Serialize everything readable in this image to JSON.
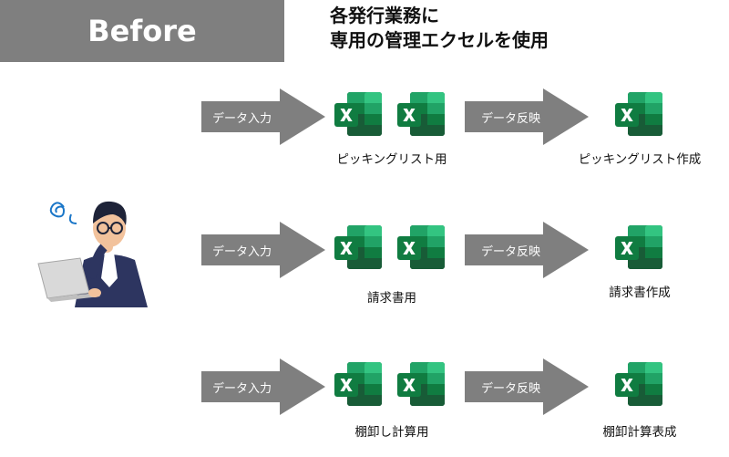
{
  "banner": {
    "label": "Before"
  },
  "title": {
    "line1": "各発行業務に",
    "line2": "専用の管理エクセルを使用"
  },
  "colors": {
    "banner": "#7f7f7f",
    "arrow": "#7f7f7f",
    "excel_dark": "#185c37",
    "excel_mid": "#21a366",
    "excel_light": "#33c481"
  },
  "rows": [
    {
      "input_arrow": "データ入力",
      "output_arrow": "データ反映",
      "source_caption": "ピッキングリスト用",
      "output_caption": "ピッキングリスト作成"
    },
    {
      "input_arrow": "データ入力",
      "output_arrow": "データ反映",
      "source_caption": "請求書用",
      "output_caption": "請求書作成"
    },
    {
      "input_arrow": "データ入力",
      "output_arrow": "データ反映",
      "source_caption": "棚卸し計算用",
      "output_caption": "棚卸計算表成"
    }
  ],
  "icons": {
    "excel": "excel-icon",
    "person": "thinking-person-icon"
  }
}
